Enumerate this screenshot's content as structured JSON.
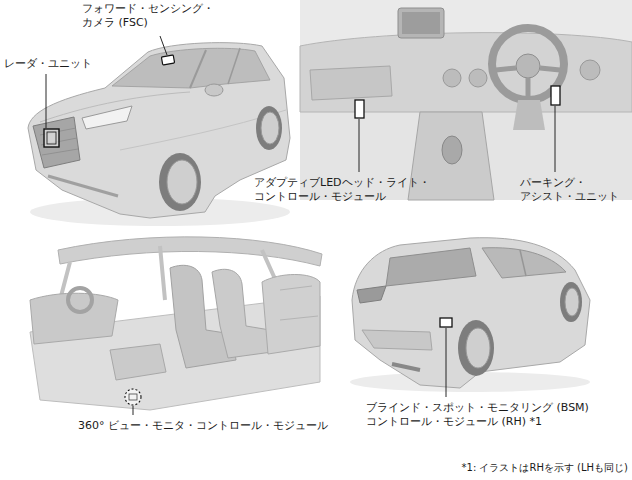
{
  "diagram": {
    "labels": [
      "フォワード・センシング・ カメラ (FSC)",
      "レーダ・ユニット",
      "アダプティブLEDヘッド・ライト・ コントロール・モジュール",
      "パーキング・ アシスト・ユニット",
      "360° ビュー・モニタ・コントロール・モジュール",
      "ブラインド・スポット・モニタリング (BSM) コントロール・モジュール (RH) *1",
      "*1: イラストはRHを示す (LHも同じ)"
    ]
  }
}
